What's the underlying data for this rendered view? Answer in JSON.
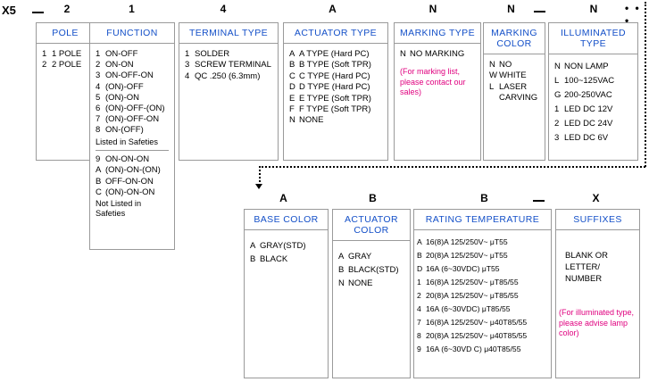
{
  "diagram": {
    "title_code": "X5",
    "top_codes": [
      "2",
      "1",
      "4",
      "A",
      "N",
      "N",
      "N"
    ],
    "top_dash": "—",
    "bottom_codes": [
      "A",
      "B",
      "B",
      "X"
    ],
    "bottom_dash": "—",
    "ellipsis": "• • •"
  },
  "pole": {
    "header": "POLE",
    "code": "2",
    "items": [
      {
        "k": "1",
        "v": "1 POLE"
      },
      {
        "k": "2",
        "v": "2 POLE"
      }
    ]
  },
  "function": {
    "header": "FUNCTION",
    "code": "1",
    "items": [
      {
        "k": "1",
        "v": "ON-OFF"
      },
      {
        "k": "2",
        "v": "ON-ON"
      },
      {
        "k": "3",
        "v": "ON-OFF-ON"
      },
      {
        "k": "4",
        "v": "(ON)-OFF"
      },
      {
        "k": "5",
        "v": "(ON)-ON"
      },
      {
        "k": "6",
        "v": "(ON)-OFF-(ON)"
      },
      {
        "k": "7",
        "v": "(ON)-OFF-ON"
      },
      {
        "k": "8",
        "v": "ON-(OFF)"
      }
    ],
    "note1": "Listed in Safeties",
    "items2": [
      {
        "k": "9",
        "v": "ON-ON-ON"
      },
      {
        "k": "A",
        "v": "(ON)-ON-(ON)"
      },
      {
        "k": "B",
        "v": "OFF-ON-ON"
      },
      {
        "k": "C",
        "v": "(ON)-ON-ON"
      }
    ],
    "note2": "Not Listed in Safeties"
  },
  "terminal_type": {
    "header": "TERMINAL TYPE",
    "code": "4",
    "items": [
      {
        "k": "1",
        "v": "SOLDER"
      },
      {
        "k": "3",
        "v": "SCREW TERMINAL"
      },
      {
        "k": "4",
        "v": "QC .250  (6.3mm)"
      }
    ]
  },
  "actuator_type": {
    "header": "ACTUATOR TYPE",
    "code": "A",
    "items": [
      {
        "k": "A",
        "v": "A TYPE (Hard PC)"
      },
      {
        "k": "B",
        "v": "B TYPE (Soft TPR)"
      },
      {
        "k": "C",
        "v": "C TYPE (Hard PC)"
      },
      {
        "k": "D",
        "v": "D TYPE (Hard PC)"
      },
      {
        "k": "E",
        "v": "E TYPE (Soft TPR)"
      },
      {
        "k": "F",
        "v": "F TYPE (Soft TPR)"
      },
      {
        "k": "N",
        "v": "NONE"
      }
    ]
  },
  "marking_type": {
    "header": "MARKING TYPE",
    "code": "N",
    "items": [
      {
        "k": "N",
        "v": "NO MARKING"
      }
    ],
    "note": "(For marking list, please contact our sales)"
  },
  "marking_color": {
    "header": "MARKING COLOR",
    "code": "N",
    "items": [
      {
        "k": "N",
        "v": "NO"
      },
      {
        "k": "W",
        "v": "WHITE"
      },
      {
        "k": "L",
        "v": "LASER"
      }
    ],
    "continuation": "CARVING"
  },
  "illuminated_type": {
    "header": "ILLUMINATED TYPE",
    "code": "N",
    "items": [
      {
        "k": "N",
        "v": "NON LAMP"
      },
      {
        "k": "L",
        "v": "100~125VAC"
      },
      {
        "k": "G",
        "v": "200-250VAC"
      },
      {
        "k": "1",
        "v": "LED  DC 12V"
      },
      {
        "k": "2",
        "v": "LED  DC 24V"
      },
      {
        "k": "3",
        "v": "LED  DC 6V"
      }
    ]
  },
  "base_color": {
    "header": "BASE COLOR",
    "code": "A",
    "items": [
      {
        "k": "A",
        "v": "GRAY(STD)"
      },
      {
        "k": "B",
        "v": "BLACK"
      }
    ]
  },
  "actuator_color": {
    "header": "ACTUATOR COLOR",
    "code": "B",
    "items": [
      {
        "k": "A",
        "v": "GRAY"
      },
      {
        "k": "B",
        "v": "BLACK(STD)"
      },
      {
        "k": "N",
        "v": "NONE"
      }
    ]
  },
  "rating_temperature": {
    "header": "RATING TEMPERATURE",
    "code": "B",
    "items": [
      {
        "k": "A",
        "v": "16(8)A 125/250V~ μT55"
      },
      {
        "k": "B",
        "v": "20(8)A 125/250V~ μT55"
      },
      {
        "k": "D",
        "v": "16A (6~30VDC) μT55"
      },
      {
        "k": "1",
        "v": "16(8)A 125/250V~ μT85/55"
      },
      {
        "k": "2",
        "v": "20(8)A 125/250V~ μT85/55"
      },
      {
        "k": "4",
        "v": "16A (6~30VDC) μT85/55"
      },
      {
        "k": "7",
        "v": "16(8)A 125/250V~ μ40T85/55"
      },
      {
        "k": "8",
        "v": "20(8)A 125/250V~ μ40T85/55"
      },
      {
        "k": "9",
        "v": "16A (6~30VD C) μ40T85/55"
      }
    ]
  },
  "suffixes": {
    "header": "SUFFIXES",
    "code": "X",
    "lines": [
      "BLANK OR",
      "LETTER/",
      "NUMBER"
    ],
    "note": "(For illuminated type, please advise lamp color)"
  }
}
